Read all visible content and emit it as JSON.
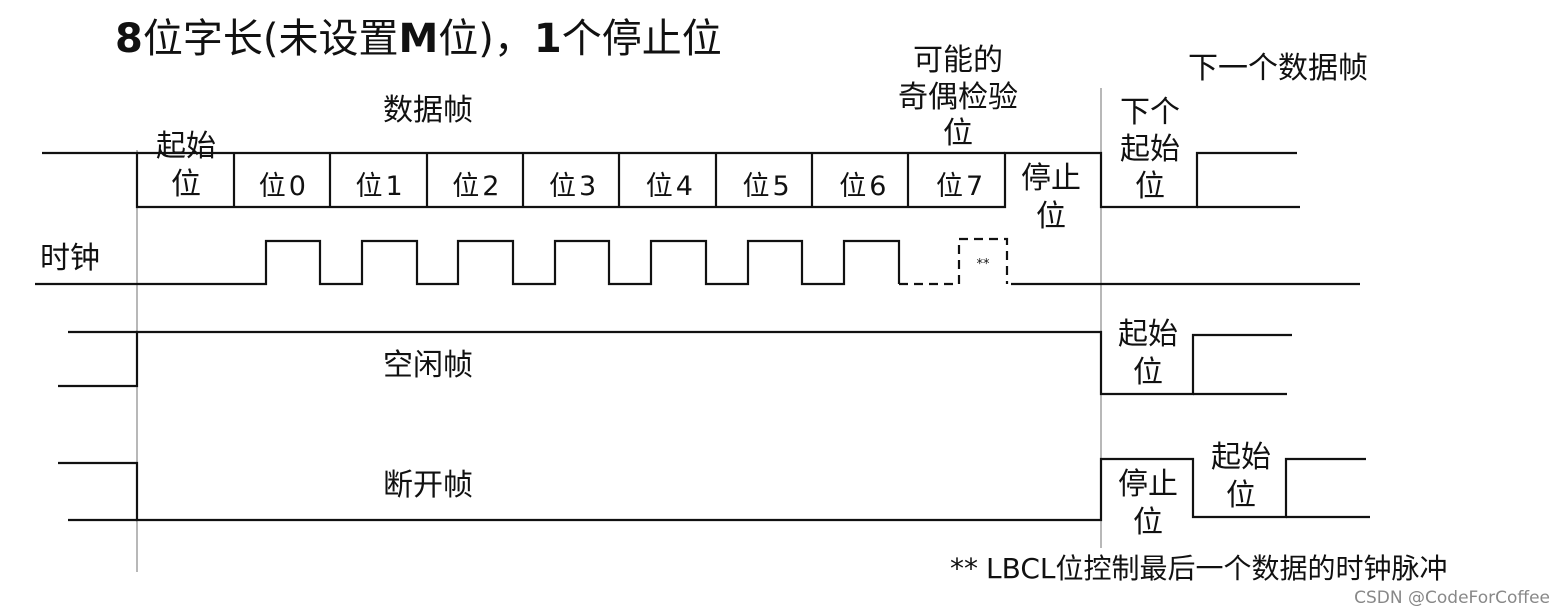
{
  "title": {
    "num1": "8",
    "part1": "位字长(",
    "part2": "未设置",
    "letter_m": "M",
    "part3": "位)，",
    "num2": "1",
    "part4": "个停止位"
  },
  "labels": {
    "data_frame": "数据帧",
    "start_bit_line1": "起始",
    "start_bit_line2": "位",
    "parity_line1": "可能的",
    "parity_line2": "奇偶检验",
    "parity_line3": "位",
    "stop_bit_line1": "停止",
    "stop_bit_line2": "位",
    "next_frame": "下一个数据帧",
    "next_start_line1": "下个",
    "next_start_line2": "起始",
    "next_start_line3": "位",
    "clock": "时钟",
    "clock_marker": "**",
    "idle_frame": "空闲帧",
    "idle_start_line1": "起始",
    "idle_start_line2": "位",
    "break_frame": "断开帧",
    "break_stop_line1": "停止",
    "break_stop_line2": "位",
    "break_start_line1": "起始",
    "break_start_line2": "位"
  },
  "bits": [
    {
      "prefix": "位",
      "index": "0"
    },
    {
      "prefix": "位",
      "index": "1"
    },
    {
      "prefix": "位",
      "index": "2"
    },
    {
      "prefix": "位",
      "index": "3"
    },
    {
      "prefix": "位",
      "index": "4"
    },
    {
      "prefix": "位",
      "index": "5"
    },
    {
      "prefix": "位",
      "index": "6"
    },
    {
      "prefix": "位",
      "index": "7"
    }
  ],
  "footnote": {
    "marker": "**",
    "lbcl": "LBCL",
    "text": "位控制最后一个数据的时钟脉冲"
  },
  "watermark": "CSDN @CodeForCoffee"
}
